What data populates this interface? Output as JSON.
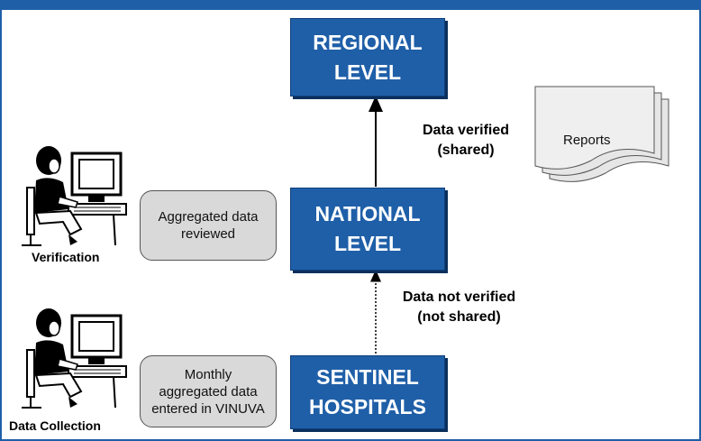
{
  "header": {
    "title": ""
  },
  "levels": {
    "regional": "REGIONAL\nLEVEL",
    "national": "NATIONAL\nLEVEL",
    "sentinel": "SENTINEL\nHOSPITALS"
  },
  "notes": {
    "aggregated_reviewed": "Aggregated data\nreviewed",
    "monthly_entered": "Monthly\naggregated data\nentered in VINUVA"
  },
  "arrows": {
    "verified": "Data verified\n(shared)",
    "not_verified": "Data not verified\n(not shared)"
  },
  "reports": {
    "label": "Reports"
  },
  "people": {
    "verification": "Verification",
    "collection": "Data Collection"
  },
  "colors": {
    "primary_blue": "#1f5fa8",
    "note_grey": "#d9d9d9"
  }
}
